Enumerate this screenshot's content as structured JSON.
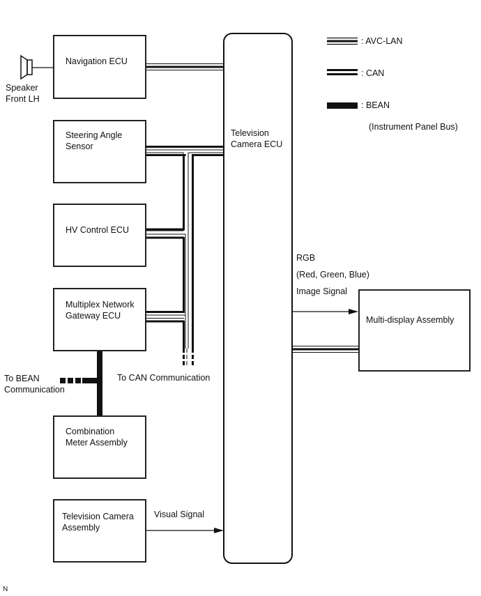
{
  "legend": {
    "avc_lan": ": AVC-LAN",
    "can": ": CAN",
    "bean": ": BEAN",
    "bean_note": "(Instrument Panel Bus)"
  },
  "components": {
    "navigation_ecu": "Navigation ECU",
    "speaker_line1": "Speaker",
    "speaker_line2": "Front LH",
    "steering_line1": "Steering Angle",
    "steering_line2": "Sensor",
    "hv_control_ecu": "HV Control ECU",
    "gateway_line1": "Multiplex Network",
    "gateway_line2": "Gateway ECU",
    "combo_line1": "Combination",
    "combo_line2": "Meter Assembly",
    "tvcam_line1": "Television Camera",
    "tvcam_line2": "Assembly",
    "tv_ecu_line1": "Television",
    "tv_ecu_line2": "Camera ECU",
    "multi_display": "Multi-display Assembly"
  },
  "annotations": {
    "rgb": "RGB",
    "rgb_detail": "(Red, Green, Blue)",
    "image_signal": "Image Signal",
    "visual_signal": "Visual Signal",
    "to_can": "To CAN Communication",
    "to_bean_line1": "To BEAN",
    "to_bean_line2": "Communication"
  },
  "footer": {
    "code": "N"
  }
}
